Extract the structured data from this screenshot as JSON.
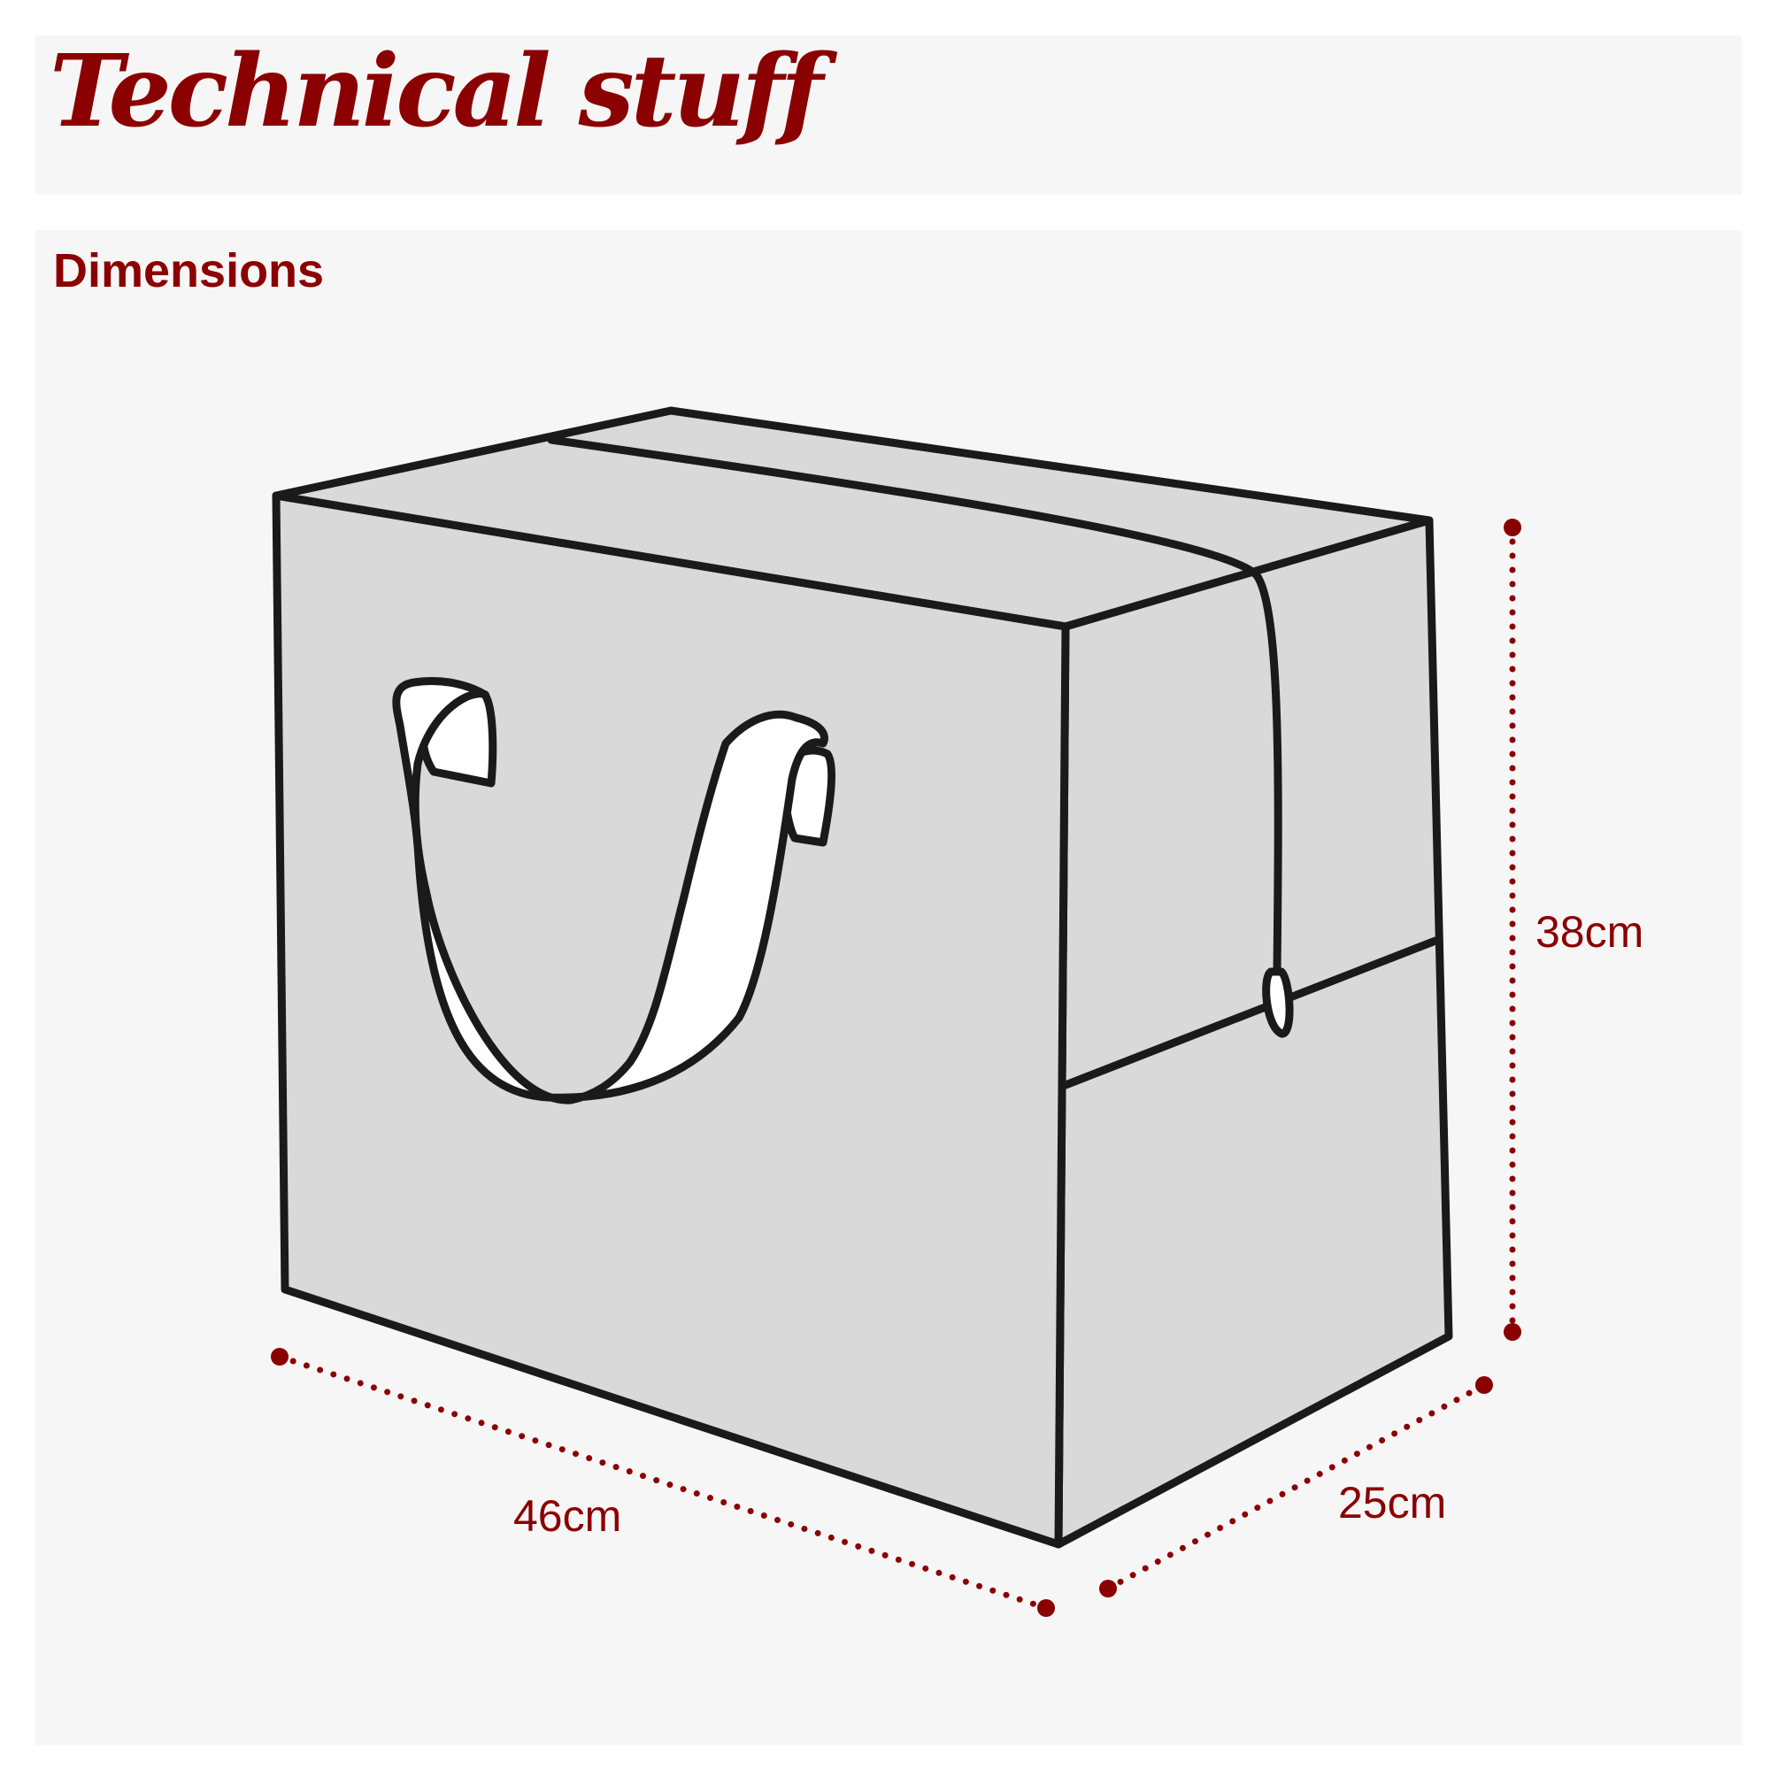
{
  "header": {
    "title": "Technical stuff"
  },
  "section": {
    "title": "Dimensions"
  },
  "dimensions": {
    "width": "46cm",
    "depth": "25cm",
    "height": "38cm"
  },
  "colors": {
    "accent": "#8b0000",
    "panel": "#f6f6f6",
    "bag_fill": "#d9d9d9",
    "outline": "#1a1a1a",
    "handle_fill": "#ffffff"
  }
}
